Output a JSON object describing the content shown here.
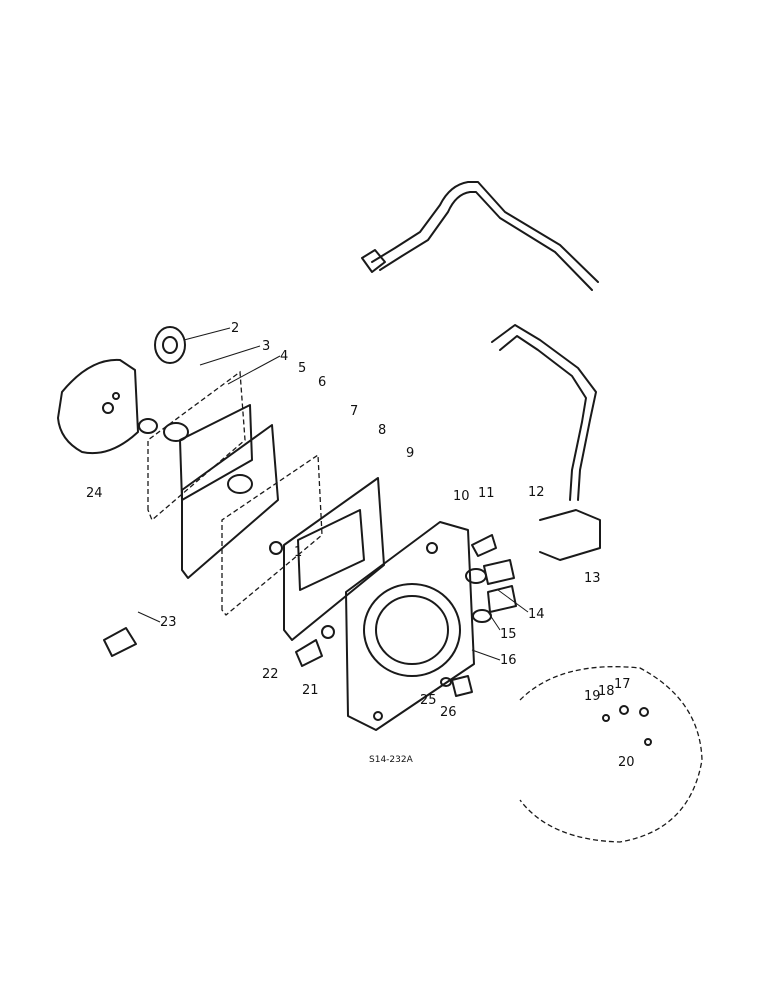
{
  "figure": {
    "reference": "S14-232A",
    "callouts": [
      "1",
      "2",
      "3",
      "4",
      "5",
      "6",
      "7",
      "8",
      "9",
      "10",
      "11",
      "12",
      "13",
      "14",
      "15",
      "16",
      "17",
      "18",
      "19",
      "20",
      "21",
      "22",
      "23",
      "24",
      "25",
      "26"
    ]
  },
  "colors": {
    "ink": "#1a1a1a",
    "background": "#ffffff"
  }
}
